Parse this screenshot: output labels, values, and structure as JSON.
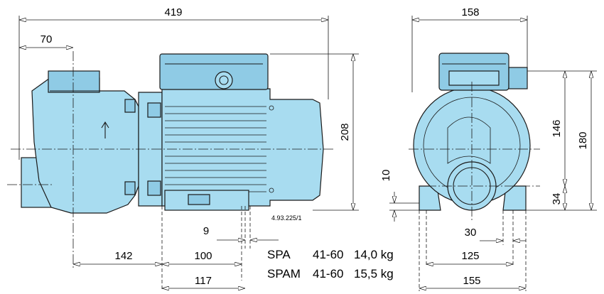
{
  "dimensions": {
    "overall_length": "419",
    "inlet_offset": "70",
    "motor_height": "208",
    "foot_spacing": "9",
    "base_left": "142",
    "base_mid": "100",
    "base_total": "117",
    "ref_code": "4.93.225/1",
    "front_width": "158",
    "shaft_height": "146",
    "total_height": "180",
    "foot_height": "10",
    "foot_base": "34",
    "bolt_hole": "30",
    "foot_inner": "125",
    "foot_outer": "155"
  },
  "weights": [
    {
      "model": "SPA",
      "series": "41-60",
      "weight": "14,0 kg"
    },
    {
      "model": "SPAM",
      "series": "41-60",
      "weight": "15,5 kg"
    }
  ],
  "colors": {
    "pump_body": "#a8dcf0",
    "outline": "#1a1a1a"
  }
}
